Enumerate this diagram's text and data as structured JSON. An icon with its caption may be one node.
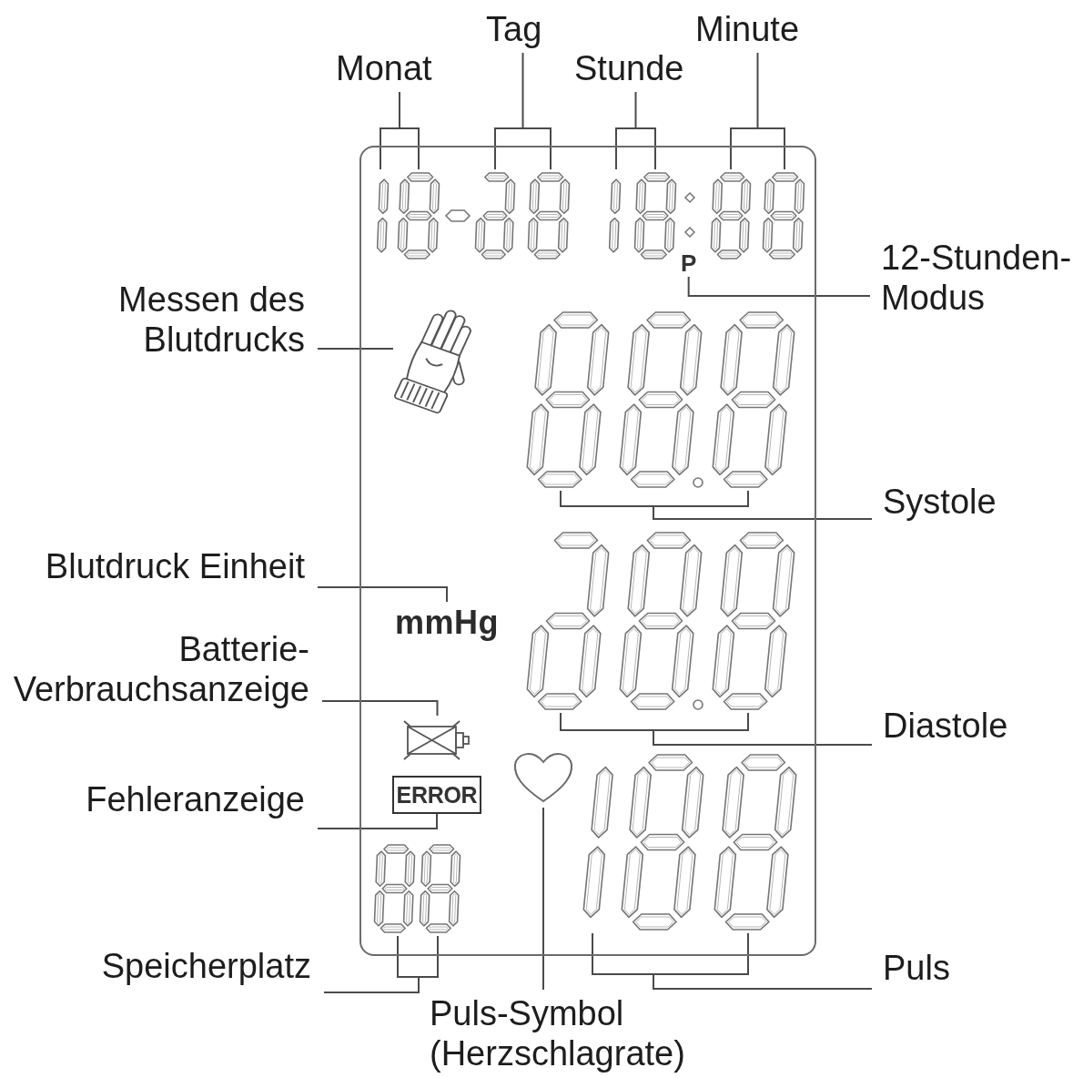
{
  "diagram": {
    "nodes": [
      {
        "text": [
          "Monat"
        ]
      },
      {
        "text": [
          "Tag"
        ]
      },
      {
        "text": [
          "Stunde"
        ]
      },
      {
        "text": [
          "Minute"
        ]
      },
      {
        "text": [],
        "shape": "box"
      },
      {
        "text": [],
        "shape": "digits",
        "in": 4
      },
      {
        "text": [],
        "shape": "digits",
        "in": 4
      },
      {
        "text": [],
        "shape": "digits",
        "in": 4
      },
      {
        "text": [],
        "shape": "digits",
        "in": 4
      },
      {
        "text": [
          "P"
        ],
        "in": 4
      },
      {
        "text": [
          "12-Stunden- Modus"
        ]
      },
      {
        "text": [
          "Messen des Blutdrucks"
        ]
      },
      {
        "text": [],
        "shape": "hand",
        "in": 4
      },
      {
        "text": [],
        "shape": "digits",
        "in": 4
      },
      {
        "text": [
          "Systole"
        ]
      },
      {
        "text": [
          "Blutdruck Einheit"
        ]
      },
      {
        "text": [
          "mmHg"
        ],
        "in": 4
      },
      {
        "text": [],
        "shape": "digits",
        "in": 4
      },
      {
        "text": [
          "Batterie- Verbrauchsanzeige"
        ]
      },
      {
        "text": [],
        "shape": "battery",
        "in": 4
      },
      {
        "text": [
          "Diastole"
        ]
      },
      {
        "text": [],
        "shape": "heart",
        "in": 4
      },
      {
        "text": [
          "ERROR"
        ],
        "in": 4
      },
      {
        "text": [
          "Fehleranzeige"
        ]
      },
      {
        "text": [],
        "shape": "digits",
        "in": 4
      },
      {
        "text": [],
        "shape": "digits",
        "in": 4
      },
      {
        "text": [
          "Speicherplatz"
        ]
      },
      {
        "text": [
          "Puls"
        ]
      },
      {
        "text": [
          "Puls-Symbol (Herzschlagrate)"
        ]
      }
    ],
    "edges": [
      {
        "from": 0,
        "to": 5,
        "arrow": "none"
      },
      {
        "from": 1,
        "to": 6,
        "arrow": "none"
      },
      {
        "from": 2,
        "to": 7,
        "arrow": "none"
      },
      {
        "from": 3,
        "to": 8,
        "arrow": "none"
      },
      {
        "from": 10,
        "to": 9,
        "arrow": "none"
      },
      {
        "from": 11,
        "to": 12,
        "arrow": "none"
      },
      {
        "from": 14,
        "to": 13,
        "arrow": "none"
      },
      {
        "from": 15,
        "to": 16,
        "arrow": "none"
      },
      {
        "from": 18,
        "to": 19,
        "arrow": "none"
      },
      {
        "from": 20,
        "to": 17,
        "arrow": "none"
      },
      {
        "from": 23,
        "to": 22,
        "arrow": "none"
      },
      {
        "from": 26,
        "to": 25,
        "arrow": "none"
      },
      {
        "from": 27,
        "to": 24,
        "arrow": "none"
      },
      {
        "from": 28,
        "to": 21,
        "arrow": "none"
      }
    ]
  }
}
